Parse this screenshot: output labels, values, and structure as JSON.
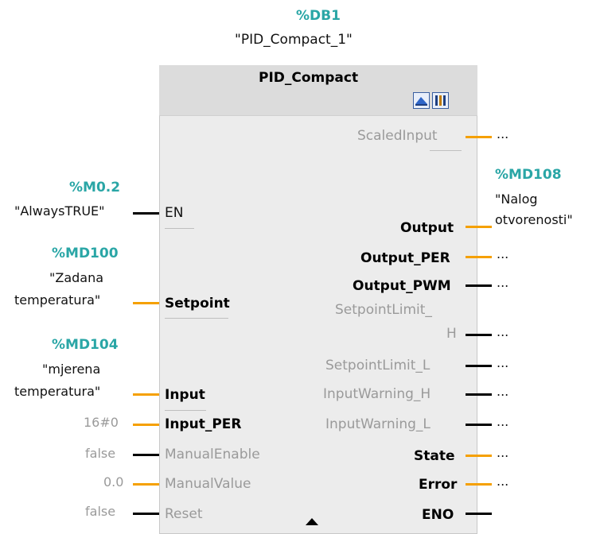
{
  "block": {
    "db_address": "%DB1",
    "db_name": "\"PID_Compact_1\"",
    "title": "PID_Compact",
    "icons": [
      "commissioning-icon",
      "configuration-icon"
    ]
  },
  "inputs": {
    "en": {
      "address": "%M0.2",
      "tag": "\"AlwaysTRUE\"",
      "pin": "EN"
    },
    "setpoint": {
      "address": "%MD100",
      "tag_line1": "\"Zadana",
      "tag_line2": "temperatura\"",
      "pin": "Setpoint"
    },
    "input": {
      "address": "%MD104",
      "tag_line1": "\"mjerena",
      "tag_line2": "temperatura\"",
      "pin": "Input"
    },
    "input_per": {
      "value": "16#0",
      "pin": "Input_PER"
    },
    "manual_enable": {
      "value": "false",
      "pin": "ManualEnable"
    },
    "manual_value": {
      "value": "0.0",
      "pin": "ManualValue"
    },
    "reset": {
      "value": "false",
      "pin": "Reset"
    }
  },
  "outputs": {
    "scaled_input": {
      "pin": "ScaledInput",
      "value": "..."
    },
    "output": {
      "pin": "Output",
      "address": "%MD108",
      "tag_line1": "\"Nalog",
      "tag_line2": "otvorenosti\""
    },
    "output_per": {
      "pin": "Output_PER",
      "value": "..."
    },
    "output_pwm": {
      "pin": "Output_PWM",
      "value": "..."
    },
    "setpoint_limit_h": {
      "pin_line1": "SetpointLimit_",
      "pin_line2": "H",
      "value": "..."
    },
    "setpoint_limit_l": {
      "pin": "SetpointLimit_L",
      "value": "..."
    },
    "input_warning_h": {
      "pin": "InputWarning_H",
      "value": "..."
    },
    "input_warning_l": {
      "pin": "InputWarning_L",
      "value": "..."
    },
    "state": {
      "pin": "State",
      "value": "..."
    },
    "error": {
      "pin": "Error",
      "value": "..."
    },
    "eno": {
      "pin": "ENO"
    }
  },
  "colors": {
    "address_teal": "#2aa6a6",
    "wire_orange": "#f5a000",
    "wire_black": "#000000",
    "block_body": "#ececec",
    "block_header": "#dcdcdc",
    "disabled_text": "#9a9a9a"
  }
}
